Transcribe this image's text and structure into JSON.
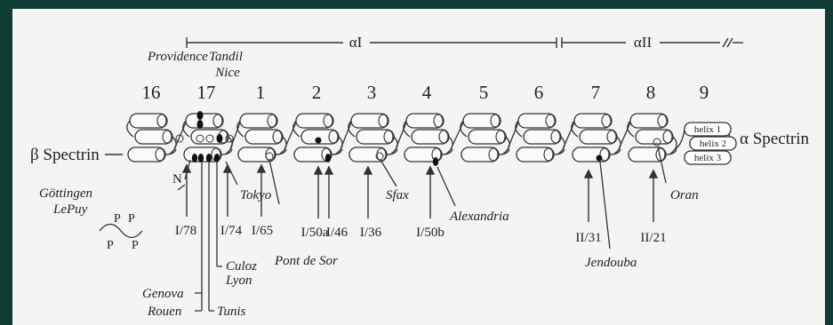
{
  "domains": {
    "alpha1": "αI",
    "alpha2": "αII"
  },
  "repeats": [
    "16",
    "17",
    "1",
    "2",
    "3",
    "4",
    "5",
    "6",
    "7",
    "8",
    "9"
  ],
  "chains": {
    "beta": "β Spectrin",
    "alpha": "α Spectrin"
  },
  "helices": [
    "helix 1",
    "helix 2",
    "helix 3"
  ],
  "terminal": "N",
  "phospho": [
    "P",
    "P",
    "P",
    "P"
  ],
  "top_mutations": [
    "Providence",
    "Tandil",
    "Nice"
  ],
  "mutations_left": [
    "Göttingen",
    "LePuy"
  ],
  "mutations": {
    "tokyo": "Tokyo",
    "pont_de_sor": "Pont de Sor",
    "sfax": "Sfax",
    "alexandria": "Alexandria",
    "jendouba": "Jendouba",
    "oran": "Oran",
    "culoz": "Culoz",
    "lyon": "Lyon",
    "genova": "Genova",
    "rouen": "Rouen",
    "tunis": "Tunis"
  },
  "cleavage_sites": [
    "I/78",
    "I/74",
    "I/65",
    "I/50a",
    "I/46",
    "I/36",
    "I/50b",
    "II/31",
    "II/21"
  ]
}
